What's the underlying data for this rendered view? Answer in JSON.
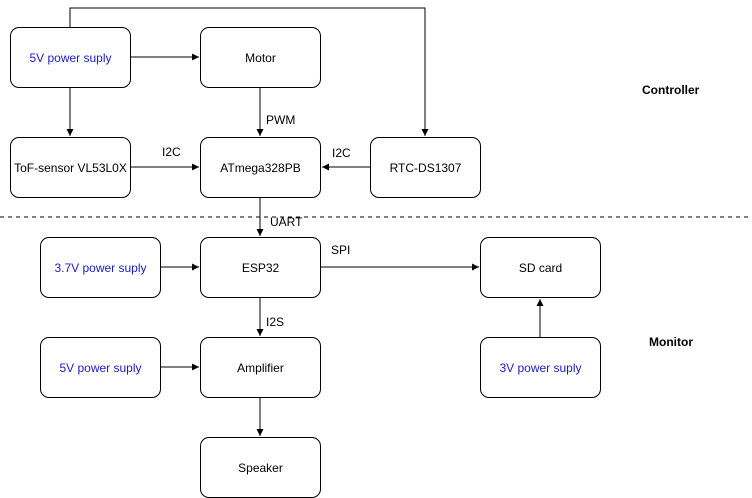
{
  "blocks": {
    "power5v_top": "5V power suply",
    "motor": "Motor",
    "tof": "ToF-sensor VL53L0X",
    "atmega": "ATmega328PB",
    "rtc": "RTC-DS1307",
    "power37": "3.7V power suply",
    "esp32": "ESP32",
    "sdcard": "SD card",
    "power5v_bottom": "5V power suply",
    "amplifier": "Amplifier",
    "power3v": "3V power suply",
    "speaker": "Speaker"
  },
  "connections": {
    "pwm": "PWM",
    "i2c_left": "I2C",
    "i2c_right": "I2C",
    "uart": "UART",
    "spi": "SPI",
    "i2s": "I2S"
  },
  "sections": {
    "controller": "Controller",
    "monitor": "Monitor"
  },
  "colors": {
    "power_text": "#1a1ad6",
    "line": "#000000"
  }
}
